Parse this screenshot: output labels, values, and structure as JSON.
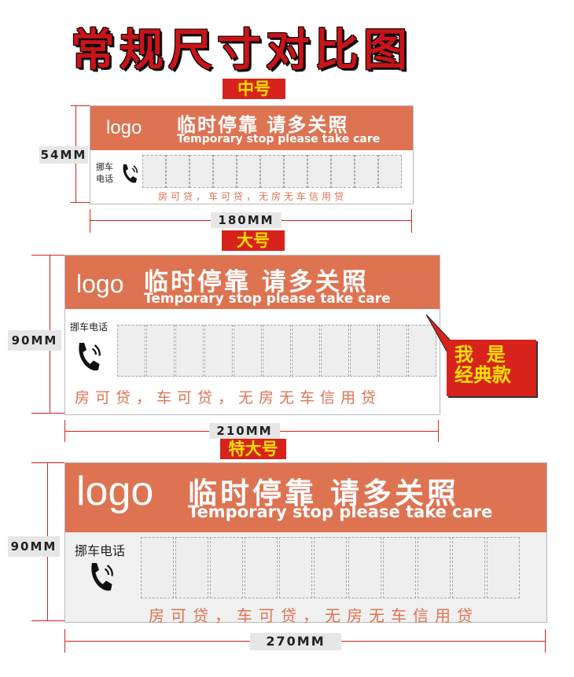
{
  "title": "常规尺寸对比图",
  "cards": [
    {
      "size_label": "中号",
      "logo": "logo",
      "cn": "临时停靠  请多关照",
      "en": "Temporary stop  please take care",
      "phone_label": "挪车\n电话",
      "loan_text": "房可贷，车可贷，无房无车信用贷",
      "width_label": "180MM",
      "height_label": "54MM",
      "digit_count": 11
    },
    {
      "size_label": "大号",
      "logo": "logo",
      "cn": "临时停靠  请多关照",
      "en": "Temporary stop  please take care",
      "phone_label": "挪车电话",
      "loan_text": "房可贷，车可贷，无房无车信用贷",
      "width_label": "210MM",
      "height_label": "90MM",
      "digit_count": 11
    },
    {
      "size_label": "特大号",
      "logo": "logo",
      "cn": "临时停靠  请多关照",
      "en": "Temporary stop  please take care",
      "phone_label": "挪车电话",
      "loan_text": "房可贷，车可贷，无房无车信用贷",
      "width_label": "270MM",
      "height_label": "90MM",
      "digit_count": 11
    }
  ],
  "callout": {
    "line1": "我  是",
    "line2": "经典款"
  },
  "colors": {
    "band": "#de7352",
    "tag": "#d7231b",
    "tag_text": "#ffe100",
    "dimension": "#d7231b"
  },
  "icons": [
    "phone-icon"
  ]
}
